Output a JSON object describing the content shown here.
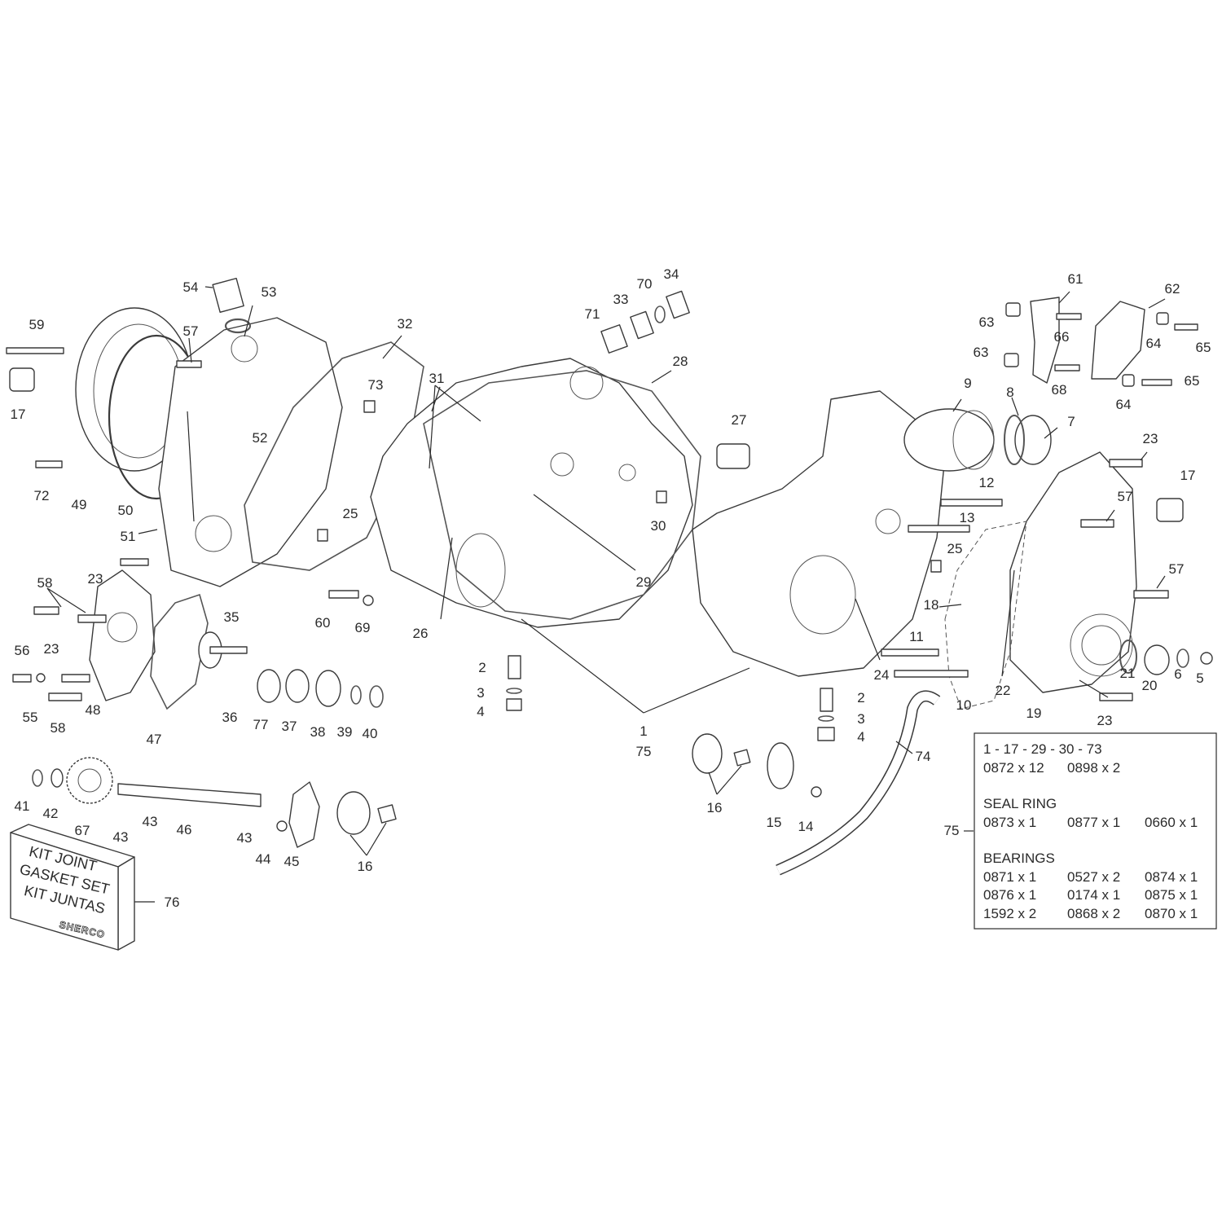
{
  "callouts": [
    {
      "id": "c1",
      "text": "1"
    },
    {
      "id": "c2a",
      "text": "2"
    },
    {
      "id": "c3a",
      "text": "3"
    },
    {
      "id": "c4a",
      "text": "4"
    },
    {
      "id": "c2b",
      "text": "2"
    },
    {
      "id": "c3b",
      "text": "3"
    },
    {
      "id": "c4b",
      "text": "4"
    },
    {
      "id": "c5",
      "text": "5"
    },
    {
      "id": "c6",
      "text": "6"
    },
    {
      "id": "c7",
      "text": "7"
    },
    {
      "id": "c8",
      "text": "8"
    },
    {
      "id": "c9",
      "text": "9"
    },
    {
      "id": "c10",
      "text": "10"
    },
    {
      "id": "c11",
      "text": "11"
    },
    {
      "id": "c12",
      "text": "12"
    },
    {
      "id": "c13",
      "text": "13"
    },
    {
      "id": "c14",
      "text": "14"
    },
    {
      "id": "c15",
      "text": "15"
    },
    {
      "id": "c16a",
      "text": "16"
    },
    {
      "id": "c16b",
      "text": "16"
    },
    {
      "id": "c17a",
      "text": "17"
    },
    {
      "id": "c17b",
      "text": "17"
    },
    {
      "id": "c18",
      "text": "18"
    },
    {
      "id": "c19",
      "text": "19"
    },
    {
      "id": "c20",
      "text": "20"
    },
    {
      "id": "c21",
      "text": "21"
    },
    {
      "id": "c22",
      "text": "22"
    },
    {
      "id": "c23a",
      "text": "23"
    },
    {
      "id": "c23b",
      "text": "23"
    },
    {
      "id": "c23c",
      "text": "23"
    },
    {
      "id": "c23d",
      "text": "23"
    },
    {
      "id": "c24",
      "text": "24"
    },
    {
      "id": "c25a",
      "text": "25"
    },
    {
      "id": "c25b",
      "text": "25"
    },
    {
      "id": "c26",
      "text": "26"
    },
    {
      "id": "c27",
      "text": "27"
    },
    {
      "id": "c28",
      "text": "28"
    },
    {
      "id": "c29",
      "text": "29"
    },
    {
      "id": "c30",
      "text": "30"
    },
    {
      "id": "c31",
      "text": "31"
    },
    {
      "id": "c32",
      "text": "32"
    },
    {
      "id": "c33",
      "text": "33"
    },
    {
      "id": "c34",
      "text": "34"
    },
    {
      "id": "c35",
      "text": "35"
    },
    {
      "id": "c36",
      "text": "36"
    },
    {
      "id": "c37",
      "text": "37"
    },
    {
      "id": "c38",
      "text": "38"
    },
    {
      "id": "c39",
      "text": "39"
    },
    {
      "id": "c40",
      "text": "40"
    },
    {
      "id": "c41",
      "text": "41"
    },
    {
      "id": "c42",
      "text": "42"
    },
    {
      "id": "c43a",
      "text": "43"
    },
    {
      "id": "c43b",
      "text": "43"
    },
    {
      "id": "c43c",
      "text": "43"
    },
    {
      "id": "c44",
      "text": "44"
    },
    {
      "id": "c45",
      "text": "45"
    },
    {
      "id": "c46",
      "text": "46"
    },
    {
      "id": "c47",
      "text": "47"
    },
    {
      "id": "c48",
      "text": "48"
    },
    {
      "id": "c49",
      "text": "49"
    },
    {
      "id": "c50",
      "text": "50"
    },
    {
      "id": "c51",
      "text": "51"
    },
    {
      "id": "c52",
      "text": "52"
    },
    {
      "id": "c53",
      "text": "53"
    },
    {
      "id": "c54",
      "text": "54"
    },
    {
      "id": "c55",
      "text": "55"
    },
    {
      "id": "c56",
      "text": "56"
    },
    {
      "id": "c57a",
      "text": "57"
    },
    {
      "id": "c57b",
      "text": "57"
    },
    {
      "id": "c57c",
      "text": "57"
    },
    {
      "id": "c58a",
      "text": "58"
    },
    {
      "id": "c58b",
      "text": "58"
    },
    {
      "id": "c59",
      "text": "59"
    },
    {
      "id": "c60",
      "text": "60"
    },
    {
      "id": "c61",
      "text": "61"
    },
    {
      "id": "c62",
      "text": "62"
    },
    {
      "id": "c63a",
      "text": "63"
    },
    {
      "id": "c63b",
      "text": "63"
    },
    {
      "id": "c64a",
      "text": "64"
    },
    {
      "id": "c64b",
      "text": "64"
    },
    {
      "id": "c65a",
      "text": "65"
    },
    {
      "id": "c65b",
      "text": "65"
    },
    {
      "id": "c66",
      "text": "66"
    },
    {
      "id": "c67",
      "text": "67"
    },
    {
      "id": "c68",
      "text": "68"
    },
    {
      "id": "c69",
      "text": "69"
    },
    {
      "id": "c70",
      "text": "70"
    },
    {
      "id": "c71",
      "text": "71"
    },
    {
      "id": "c72",
      "text": "72"
    },
    {
      "id": "c73",
      "text": "73"
    },
    {
      "id": "c74",
      "text": "74"
    },
    {
      "id": "c75a",
      "text": "75"
    },
    {
      "id": "c75b",
      "text": "75"
    },
    {
      "id": "c76",
      "text": "76"
    },
    {
      "id": "c77",
      "text": "77"
    }
  ],
  "kit_box": {
    "lines": [
      "KIT JOINT",
      "GASKET SET",
      "KIT JUNTAS"
    ],
    "brand": "SHERCO"
  },
  "legend": {
    "line1": "1 - 17 - 29 - 30 - 73",
    "row1": [
      "0872 x 12",
      "0898 x 2"
    ],
    "seal_ring_title": "SEAL RING",
    "seal_ring": [
      "0873 x 1",
      "0877 x 1",
      "0660 x 1"
    ],
    "bearings_title": "BEARINGS",
    "bearings": [
      [
        "0871 x 1",
        "0527 x 2",
        "0874 x 1"
      ],
      [
        "0876 x 1",
        "0174 x 1",
        "0875 x 1"
      ],
      [
        "1592 x 2",
        "0868 x 2",
        "0870 x 1"
      ]
    ]
  }
}
